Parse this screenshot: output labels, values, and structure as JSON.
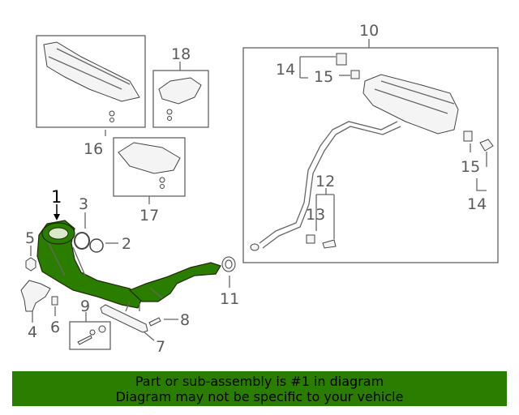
{
  "diagram": {
    "highlight_color": "#2b7d00",
    "callouts": {
      "c1": "1",
      "c2": "2",
      "c3": "3",
      "c4": "4",
      "c5": "5",
      "c6": "6",
      "c7": "7",
      "c8": "8",
      "c9": "9",
      "c10": "10",
      "c11": "11",
      "c12": "12",
      "c13": "13",
      "c14a": "14",
      "c14b": "14",
      "c15a": "15",
      "c15b": "15",
      "c16": "16",
      "c17": "17",
      "c18": "18"
    }
  },
  "banner": {
    "line1": "Part or sub-assembly is #1 in diagram",
    "line2": "Diagram may not be specific to your vehicle",
    "background": "#2b7d00"
  }
}
